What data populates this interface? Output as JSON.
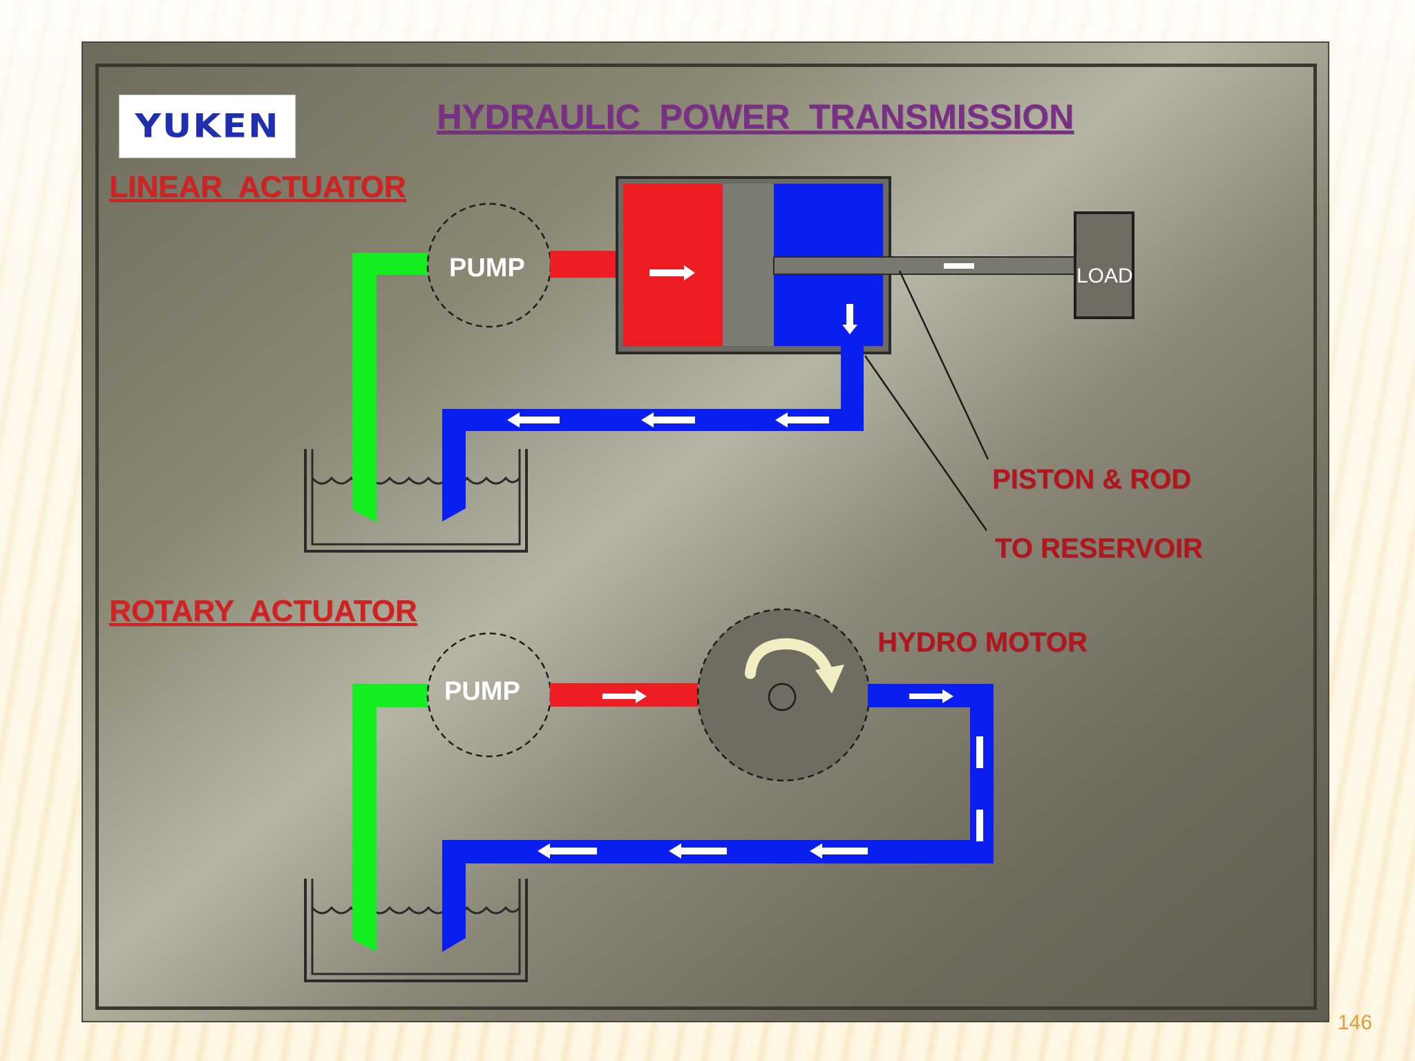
{
  "title": "HYDRAULIC  POWER  TRANSMISSION",
  "logo": "YUKEN",
  "linear": {
    "heading": "LINEAR  ACTUATOR",
    "pump_label": "PUMP",
    "load_label": "LOAD",
    "piston_label": "PISTON & ROD",
    "reservoir_label": "TO RESERVOIR"
  },
  "rotary": {
    "heading": "ROTARY  ACTUATOR",
    "pump_label": "PUMP",
    "motor_label": "HYDRO MOTOR"
  },
  "colors": {
    "pressure_line": "#ee1d24",
    "return_line": "#0a1ef0",
    "suction_line": "#12ee1f",
    "heading": "#d42020",
    "title": "#7a2f86",
    "logo": "#1f2fb0"
  },
  "page_number": "146"
}
